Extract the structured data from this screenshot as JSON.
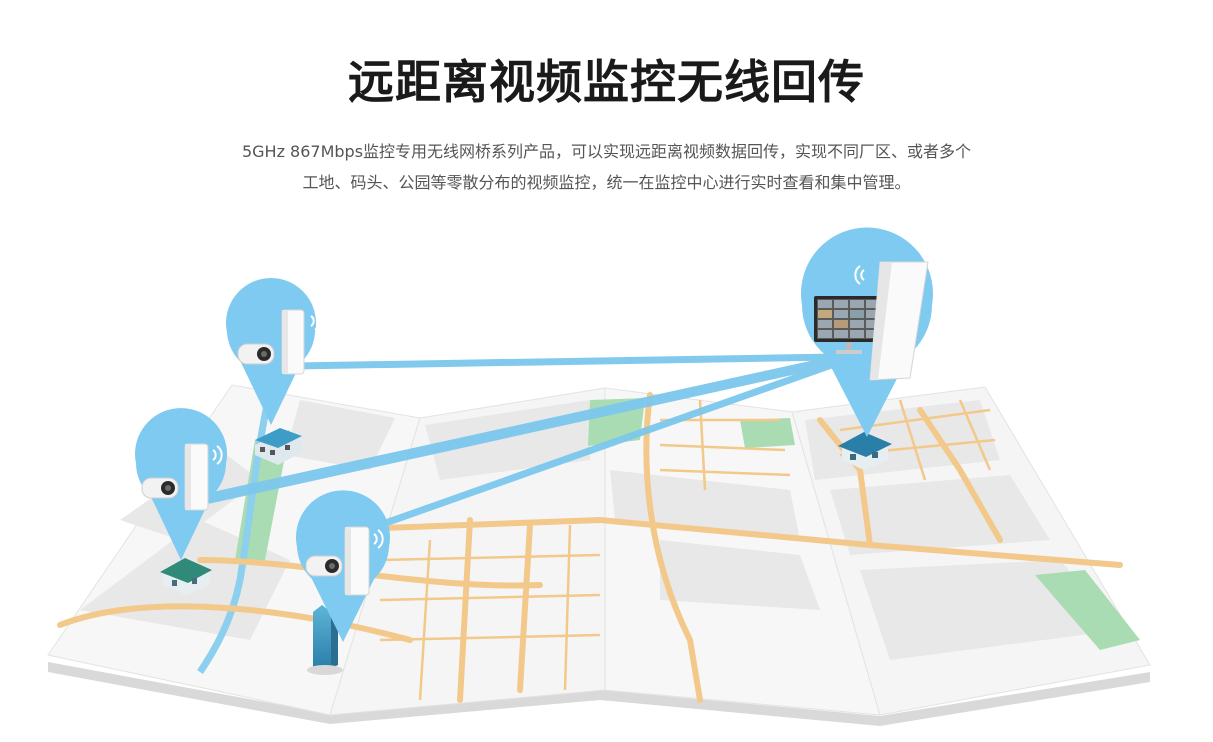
{
  "heading": {
    "title": "远距离视频监控无线回传",
    "description_line1": "5GHz 867Mbps监控专用无线网桥系列产品，可以实现远距离视频数据回传，实现不同厂区、或者多个",
    "description_line2": "工地、码头、公园等零散分布的视频监控，统一在监控中心进行实时查看和集中管理。"
  },
  "colors": {
    "pin": "#7fcaf0",
    "link": "#7cc7ee",
    "road": "#f2c98a",
    "park": "#a9dcb2",
    "map_block": "#ececec"
  }
}
